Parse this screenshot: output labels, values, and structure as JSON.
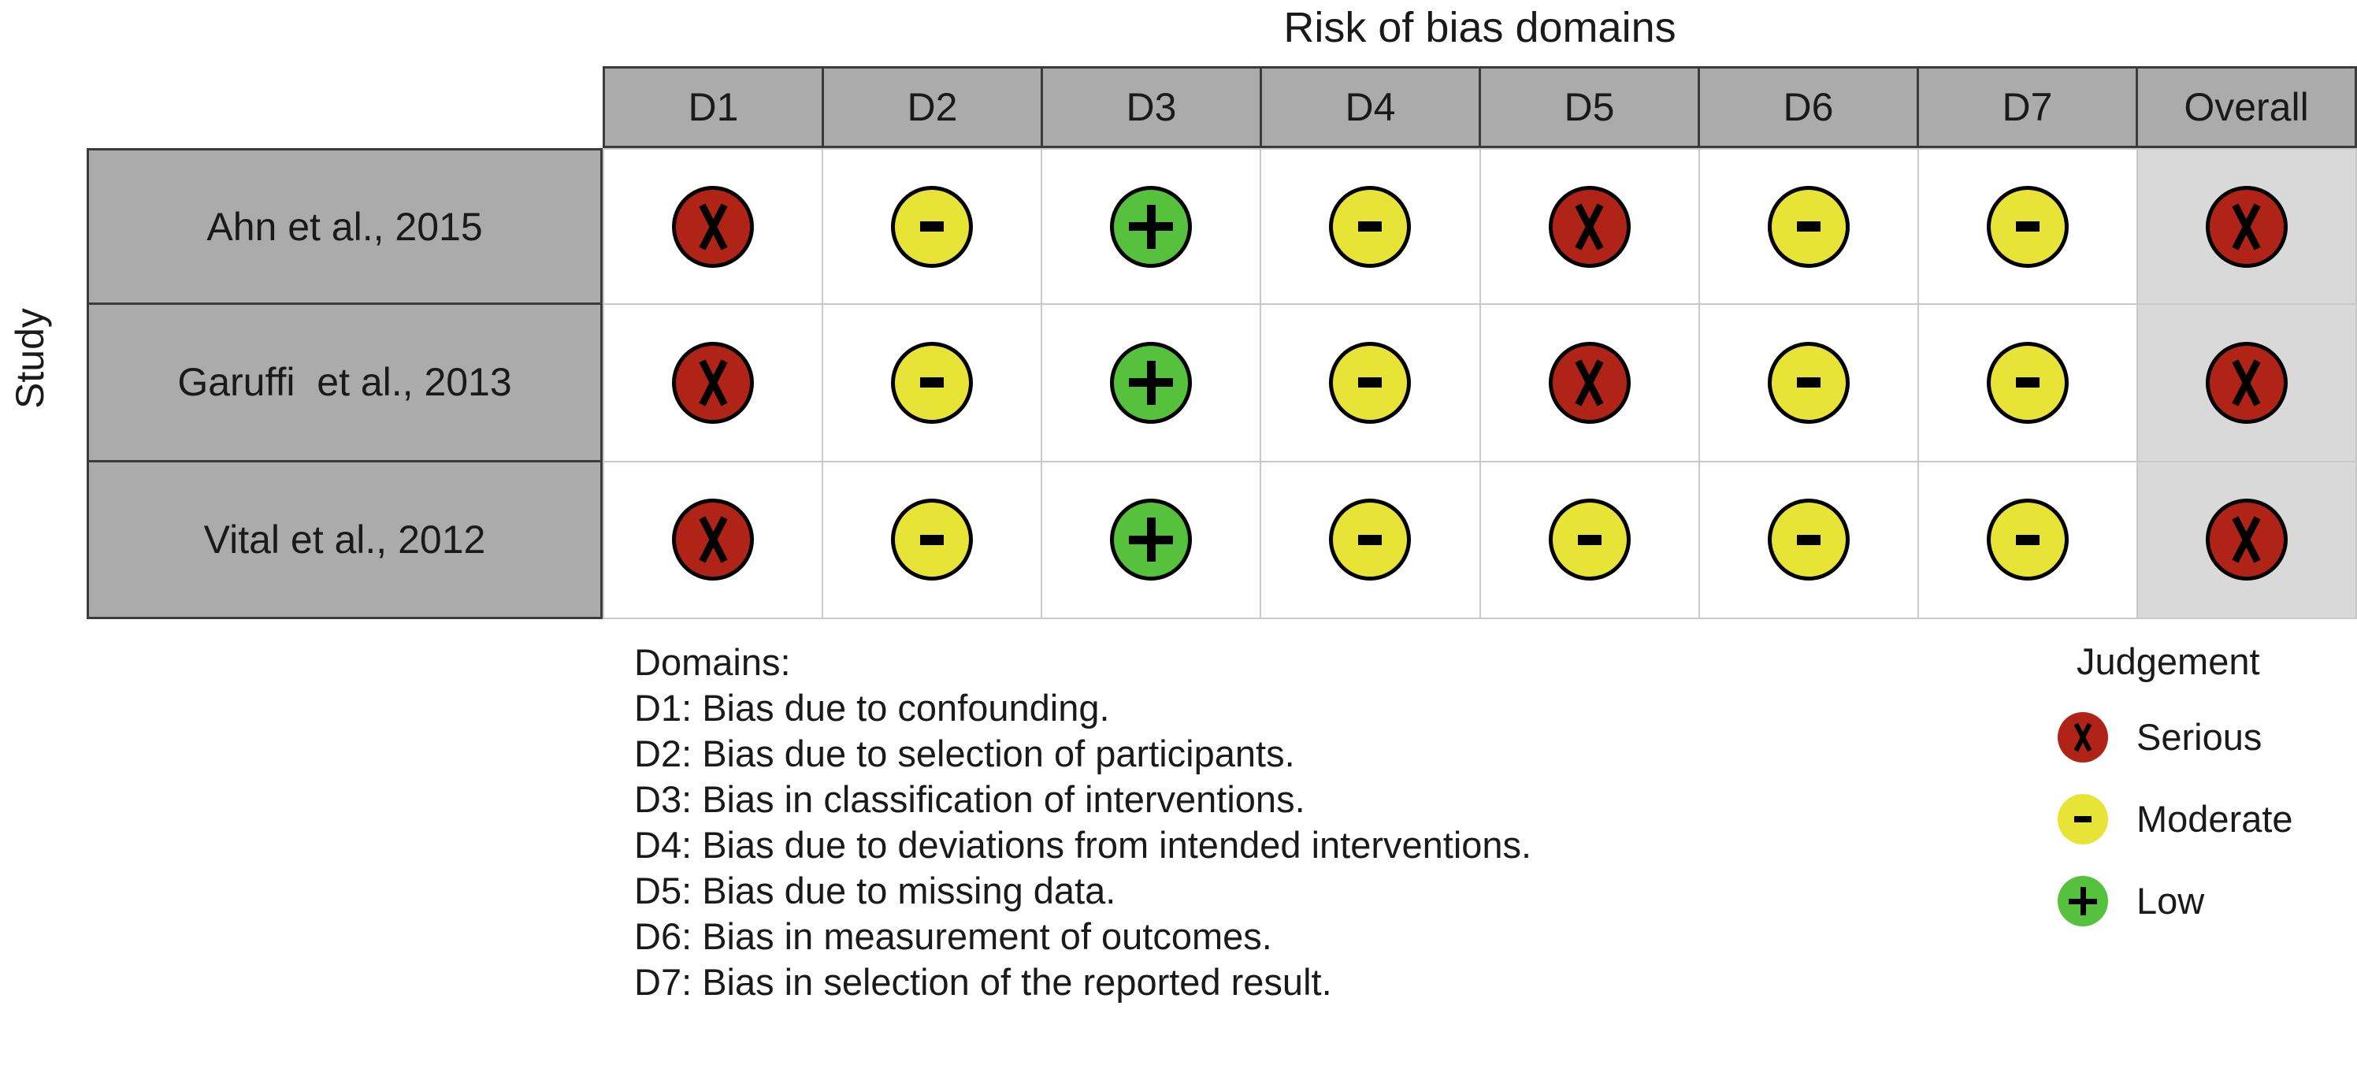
{
  "chart_data": {
    "type": "table",
    "title": "Risk of bias domains",
    "ylabel": "Study",
    "columns": [
      "D1",
      "D2",
      "D3",
      "D4",
      "D5",
      "D6",
      "D7",
      "Overall"
    ],
    "rows": [
      {
        "study": "Ahn et al., 2015",
        "judgements": [
          "serious",
          "moderate",
          "low",
          "moderate",
          "serious",
          "moderate",
          "moderate",
          "serious"
        ]
      },
      {
        "study": "Garuffi  et al., 2013",
        "judgements": [
          "serious",
          "moderate",
          "low",
          "moderate",
          "serious",
          "moderate",
          "moderate",
          "serious"
        ]
      },
      {
        "study": "Vital et al., 2012",
        "judgements": [
          "serious",
          "moderate",
          "low",
          "moderate",
          "moderate",
          "moderate",
          "moderate",
          "serious"
        ]
      }
    ],
    "judgement_glyphs": {
      "serious": "X",
      "moderate": "-",
      "low": "+"
    },
    "colors": {
      "serious": "#b02418",
      "moderate": "#e8e337",
      "low": "#56c13c",
      "header_fill": "#ababab",
      "overall_fill": "#d9d9d9",
      "grid_line": "#c9c9c6",
      "border": "#3b3b3b"
    }
  },
  "title": "Risk of bias domains",
  "axis": {
    "y_label": "Study"
  },
  "header": {
    "cells": [
      {
        "label": "D1"
      },
      {
        "label": "D2"
      },
      {
        "label": "D3"
      },
      {
        "label": "D4"
      },
      {
        "label": "D5"
      },
      {
        "label": "D6"
      },
      {
        "label": "D7"
      },
      {
        "label": "Overall"
      }
    ]
  },
  "rows": [
    {
      "study": "Ahn et al., 2015",
      "cells": [
        {
          "judgement": "serious",
          "glyph": "X"
        },
        {
          "judgement": "moderate",
          "glyph": "-"
        },
        {
          "judgement": "low",
          "glyph": "+"
        },
        {
          "judgement": "moderate",
          "glyph": "-"
        },
        {
          "judgement": "serious",
          "glyph": "X"
        },
        {
          "judgement": "moderate",
          "glyph": "-"
        },
        {
          "judgement": "moderate",
          "glyph": "-"
        },
        {
          "judgement": "serious",
          "glyph": "X"
        }
      ]
    },
    {
      "study": "Garuffi  et al., 2013",
      "cells": [
        {
          "judgement": "serious",
          "glyph": "X"
        },
        {
          "judgement": "moderate",
          "glyph": "-"
        },
        {
          "judgement": "low",
          "glyph": "+"
        },
        {
          "judgement": "moderate",
          "glyph": "-"
        },
        {
          "judgement": "serious",
          "glyph": "X"
        },
        {
          "judgement": "moderate",
          "glyph": "-"
        },
        {
          "judgement": "moderate",
          "glyph": "-"
        },
        {
          "judgement": "serious",
          "glyph": "X"
        }
      ]
    },
    {
      "study": "Vital et al., 2012",
      "cells": [
        {
          "judgement": "serious",
          "glyph": "X"
        },
        {
          "judgement": "moderate",
          "glyph": "-"
        },
        {
          "judgement": "low",
          "glyph": "+"
        },
        {
          "judgement": "moderate",
          "glyph": "-"
        },
        {
          "judgement": "moderate",
          "glyph": "-"
        },
        {
          "judgement": "moderate",
          "glyph": "-"
        },
        {
          "judgement": "moderate",
          "glyph": "-"
        },
        {
          "judgement": "serious",
          "glyph": "X"
        }
      ]
    }
  ],
  "domains_caption": {
    "heading": "Domains:",
    "lines": [
      "D1: Bias due to confounding.",
      "D2: Bias due to selection of participants.",
      "D3: Bias in classification of interventions.",
      "D4: Bias due to deviations from intended interventions.",
      "D5: Bias due to missing data.",
      "D6: Bias in measurement of outcomes.",
      "D7: Bias in selection of the reported result."
    ]
  },
  "legend": {
    "title": "Judgement",
    "items": [
      {
        "key": "serious",
        "glyph": "X",
        "label": "Serious"
      },
      {
        "key": "moderate",
        "glyph": "-",
        "label": "Moderate"
      },
      {
        "key": "low",
        "glyph": "+",
        "label": "Low"
      }
    ]
  }
}
